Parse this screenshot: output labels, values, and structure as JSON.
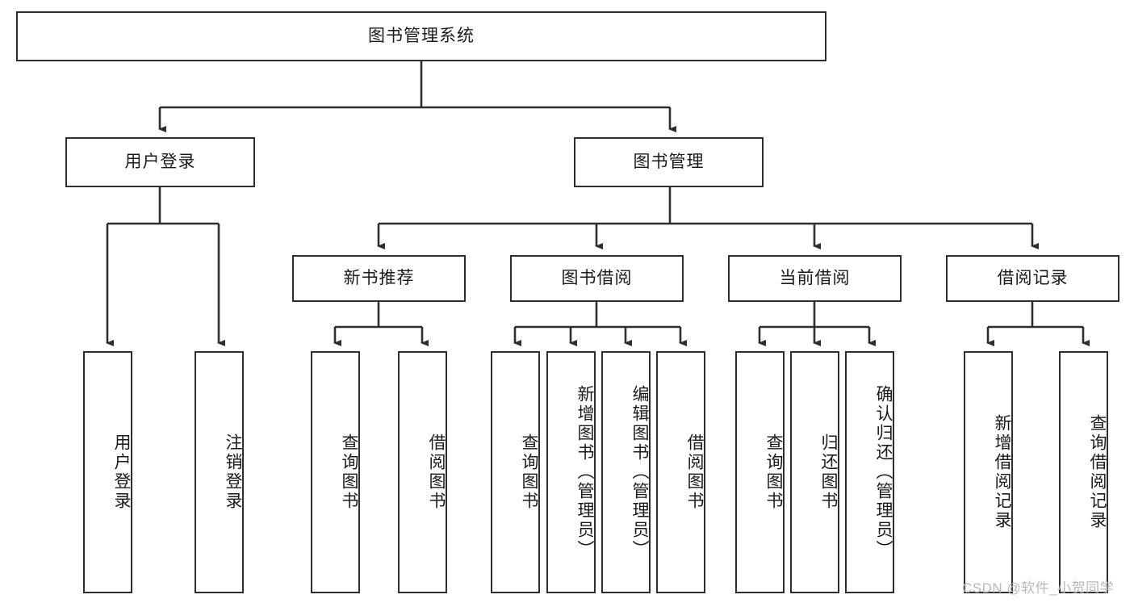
{
  "diagram": {
    "title": "图书管理系统",
    "type": "功能结构图",
    "root": {
      "id": "root",
      "label": "图书管理系统"
    },
    "level2": [
      {
        "id": "user-login",
        "label": "用户登录"
      },
      {
        "id": "book-manage",
        "label": "图书管理"
      }
    ],
    "level3": [
      {
        "id": "new-book-recommend",
        "label": "新书推荐",
        "parent": "book-manage"
      },
      {
        "id": "book-borrow",
        "label": "图书借阅",
        "parent": "book-manage"
      },
      {
        "id": "current-borrow",
        "label": "当前借阅",
        "parent": "book-manage"
      },
      {
        "id": "borrow-record",
        "label": "借阅记录",
        "parent": "book-manage"
      }
    ],
    "leaves": {
      "user_login": [
        {
          "id": "leaf-user-login",
          "label": "用户登录"
        },
        {
          "id": "leaf-user-logout",
          "label": "注销登录"
        }
      ],
      "new_book_recommend": [
        {
          "id": "leaf-query-book-1",
          "label": "查询图书"
        },
        {
          "id": "leaf-borrow-book-1",
          "label": "借阅图书"
        }
      ],
      "book_borrow": [
        {
          "id": "leaf-query-book-2",
          "label": "查询图书"
        },
        {
          "id": "leaf-add-book",
          "label": "新增图书（管理员）"
        },
        {
          "id": "leaf-edit-book",
          "label": "编辑图书（管理员）"
        },
        {
          "id": "leaf-borrow-book-2",
          "label": "借阅图书"
        }
      ],
      "current_borrow": [
        {
          "id": "leaf-query-book-3",
          "label": "查询图书"
        },
        {
          "id": "leaf-return-book",
          "label": "归还图书"
        },
        {
          "id": "leaf-confirm-return",
          "label": "确认归还（管理员）"
        }
      ],
      "borrow_record": [
        {
          "id": "leaf-add-record",
          "label": "新增借阅记录"
        },
        {
          "id": "leaf-query-record",
          "label": "查询借阅记录"
        }
      ]
    }
  },
  "watermark": {
    "text": "CSDN @软件_小贺同学"
  },
  "colors": {
    "stroke": "#2e2e2e",
    "background": "#ffffff",
    "text": "#1a1a1a",
    "watermark": "#b8b8b8"
  }
}
